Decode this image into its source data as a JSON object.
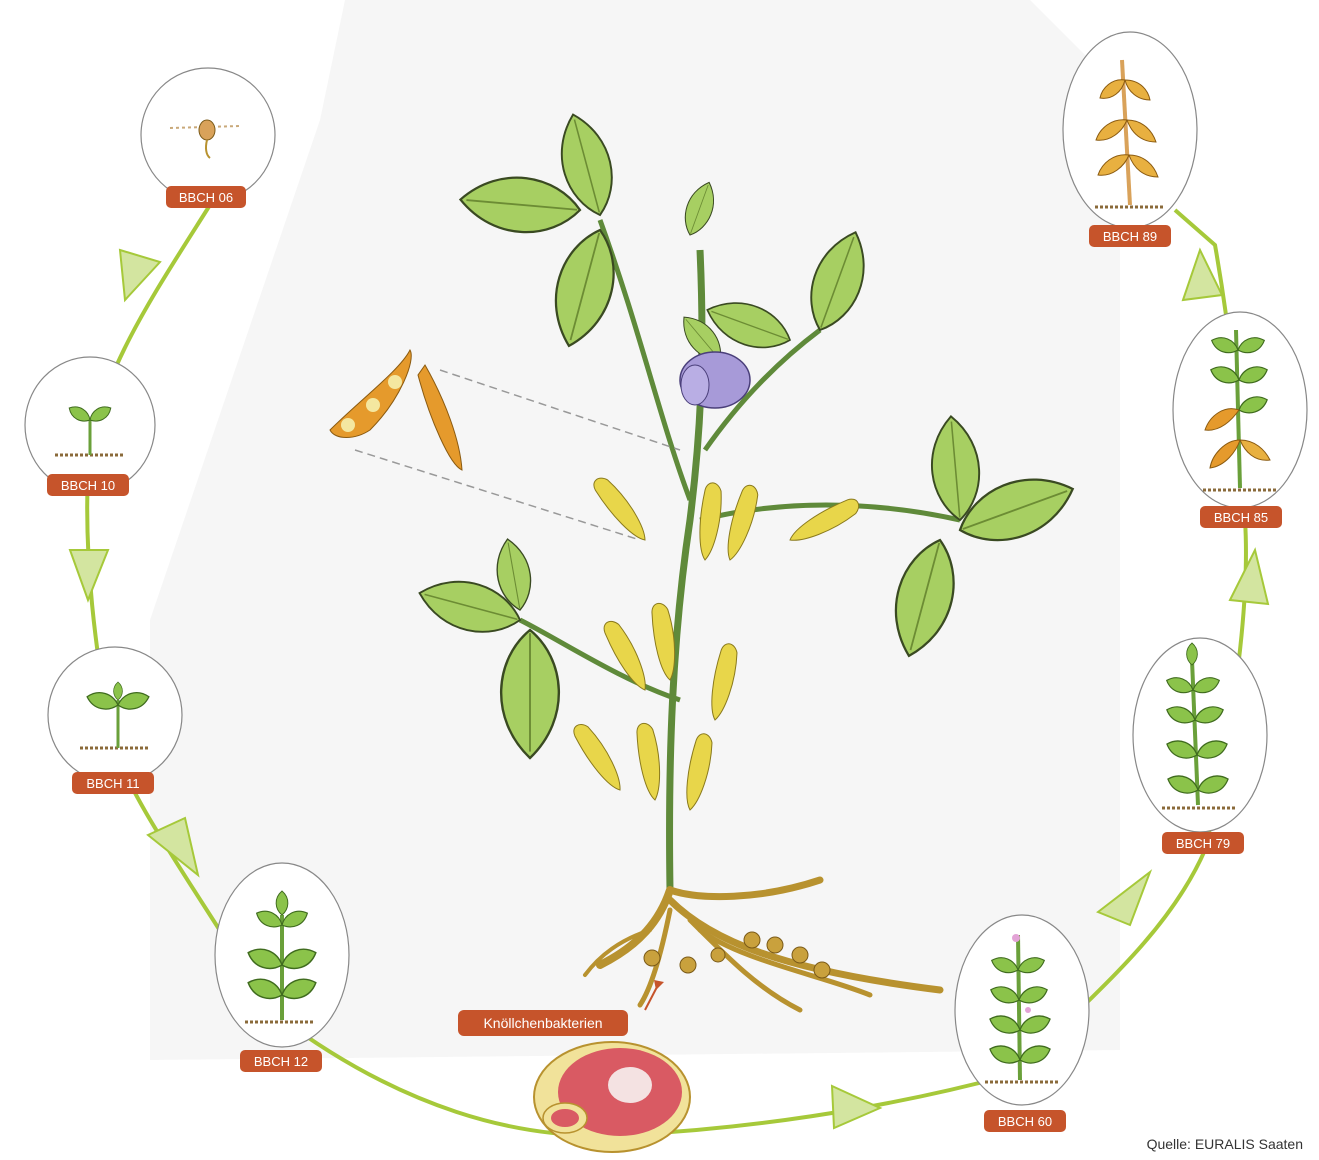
{
  "stages": [
    {
      "label": "BBCH 06",
      "icon": "germinating-seed"
    },
    {
      "label": "BBCH 10",
      "icon": "cotyledon-seedling"
    },
    {
      "label": "BBCH 11",
      "icon": "first-leaf-seedling"
    },
    {
      "label": "BBCH 12",
      "icon": "young-plant"
    },
    {
      "label": "BBCH 60",
      "icon": "flowering-plant"
    },
    {
      "label": "BBCH 79",
      "icon": "pod-filling-plant"
    },
    {
      "label": "BBCH 85",
      "icon": "ripening-plant"
    },
    {
      "label": "BBCH 89",
      "icon": "mature-plant"
    }
  ],
  "nodule_label": "Knöllchenbakterien",
  "source": "Quelle: EURALIS Saaten",
  "colors": {
    "cycle_line": "#a6c93a",
    "arrow_fill": "#d3e5a0",
    "label_bg": "#c6542b",
    "leaf": "#a7cf62",
    "leaf_dark": "#7da63b",
    "pod": "#e8d64a",
    "pod_orange": "#e59a2c",
    "flower": "#a79ad8",
    "root": "#b8922f",
    "nodule_red": "#d95a63"
  }
}
